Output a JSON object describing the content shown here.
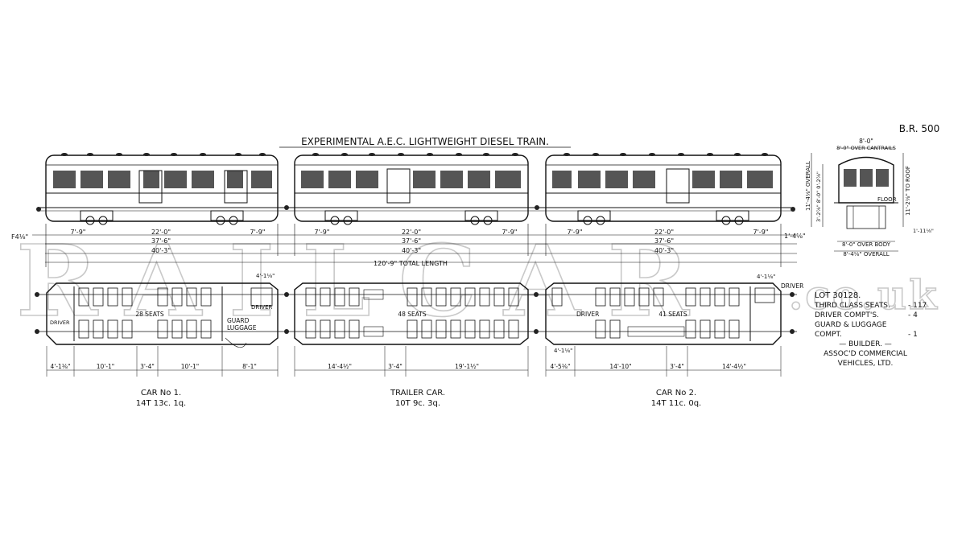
{
  "title": "EXPERIMENTAL A.E.C. LIGHTWEIGHT DIESEL TRAIN.",
  "ref": "B.R. 500",
  "watermark": {
    "main": "RAILCAR",
    "domain": ".co.uk"
  },
  "elevation_dims": {
    "car1": [
      "7'-9\"",
      "22'-0\"",
      "7'-9\"",
      "37'-6\"",
      "40'-3\""
    ],
    "trailer": [
      "7'-9\"",
      "22'-0\"",
      "7'-9\"",
      "37'-6\"",
      "40'-3\""
    ],
    "car2": [
      "7'-9\"",
      "22'-0\"",
      "7'-9\"",
      "37'-6\"",
      "40'-3\""
    ],
    "left_overhang": "F4⅛\"",
    "right_overhang": "1'-4⅛\"",
    "total_length": "120'-9\" TOTAL LENGTH"
  },
  "end_view": {
    "over_cantrails": "8'-0\" OVER CANTRAILS",
    "overall_height": "11'-4⅛\" OVERALL",
    "height_steps": "3'-2⅞\" 8'-0\" 0'-2⅞\"",
    "floor": "FLOOR",
    "to_roof": "11'-2⅛\" TO ROOF",
    "width_top": "8'-0\"",
    "over_body": "8'-0\" OVER BODY",
    "overall_width": "8'-4⅛\" OVERALL",
    "side_dim": "1'-11⅛\""
  },
  "plan": {
    "car1_seats": "28 SEATS",
    "trailer_seats": "48 SEATS",
    "car2_seats": "41 SEATS",
    "car1_driver": "DRIVER",
    "car1_driver2": "DRIVER",
    "guard": "GUARD",
    "luggage": "LUGGAGE",
    "car2_driver": "DRIVER",
    "end_driver": "DRIVER",
    "dim_car1_top": "4'-1⅛\"",
    "dim_car2_top": "4'-1⅛\"",
    "dim_car2_mid": "4'-1⅛\""
  },
  "plan_dims": {
    "car1": [
      "4'-1⅛\"",
      "10'-1\"",
      "3'-4\"",
      "10'-1\"",
      "8'-1\""
    ],
    "trailer": [
      "14'-4½\"",
      "3'-4\"",
      "19'-1½\""
    ],
    "car2": [
      "4'-5⅛\"",
      "14'-10\"",
      "3'-4\"",
      "14'-4½\""
    ]
  },
  "captions": {
    "car1": {
      "name": "CAR No 1.",
      "weight": "14T 13c. 1q."
    },
    "trailer": {
      "name": "TRAILER CAR.",
      "weight": "10T 9c. 3q."
    },
    "car2": {
      "name": "CAR No 2.",
      "weight": "14T 11c. 0q."
    }
  },
  "specs": {
    "lot": "LOT      30128.",
    "rows": [
      {
        "label": "THIRD CLASS SEATS.",
        "value": "- 117"
      },
      {
        "label": "DRIVER COMPT'S.",
        "value": "- 4"
      },
      {
        "label": "GUARD & LUGGAGE",
        "value": ""
      },
      {
        "label": "COMPT.",
        "value": "- 1"
      }
    ],
    "builder_heading": "— BUILDER. —",
    "builder_1": "ASSOC'D COMMERCIAL",
    "builder_2": "VEHICLES, LTD."
  }
}
